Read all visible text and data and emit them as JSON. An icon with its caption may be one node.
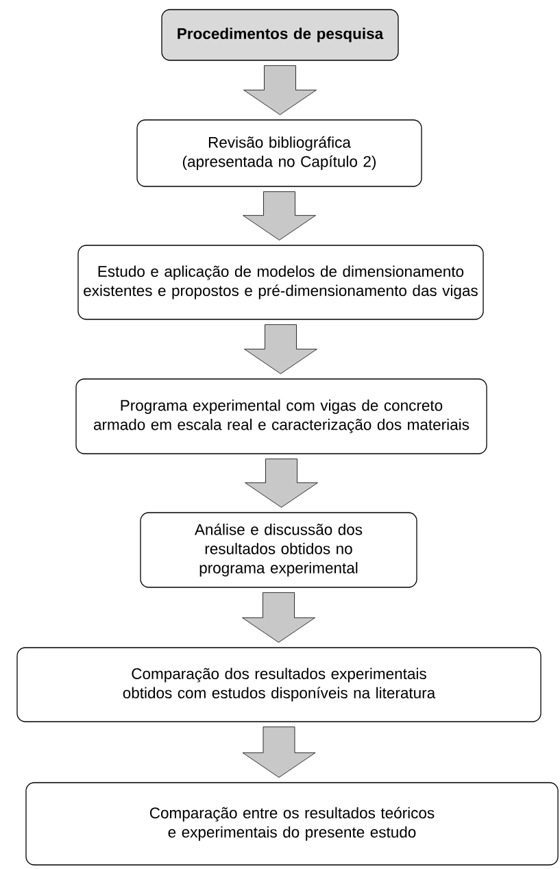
{
  "diagram": {
    "nodes": [
      {
        "text": [
          "Procedimentos de pesquisa"
        ]
      },
      {
        "text": [
          "Revisão bibliográfica (apresentada no Capítulo 2)"
        ]
      },
      {
        "text": [
          "Estudo e aplicação de modelos de dimensionamento existentes e propostos e pré-dimensionamento das vigas"
        ]
      },
      {
        "text": [
          "Programa experimental com vigas de concreto armado em escala real e caracterização dos materiais"
        ]
      },
      {
        "text": [
          "Análise e discussão dos resultados obtidos no programa experimental"
        ]
      },
      {
        "text": [
          "Comparação dos resultados experimentais obtidos com estudos disponíveis na literatura"
        ]
      },
      {
        "text": [
          "Comparação entre os resultados teóricos e experimentais do presente estudo"
        ]
      }
    ],
    "edges": [
      {
        "from": 0,
        "to": 1,
        "arrow": "to"
      },
      {
        "from": 1,
        "to": 2,
        "arrow": "to"
      },
      {
        "from": 2,
        "to": 3,
        "arrow": "to"
      },
      {
        "from": 3,
        "to": 4,
        "arrow": "to"
      },
      {
        "from": 4,
        "to": 5,
        "arrow": "to"
      },
      {
        "from": 5,
        "to": 6,
        "arrow": "to"
      }
    ]
  }
}
